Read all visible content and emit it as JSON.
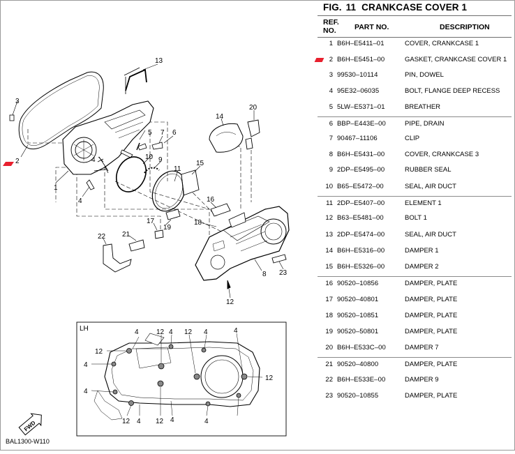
{
  "figure": {
    "label": "FIG.",
    "number": "11",
    "title": "CRANKCASE COVER 1"
  },
  "table": {
    "headers": {
      "ref": "REF. NO.",
      "part": "PART NO.",
      "desc": "DESCRIPTION"
    },
    "rows": [
      {
        "ref": "1",
        "part": "B6H–E5411–01",
        "desc": "COVER, CRANKCASE 1",
        "marked": false
      },
      {
        "ref": "2",
        "part": "B6H–E5451–00",
        "desc": "GASKET, CRANKCASE COVER 1",
        "marked": true
      },
      {
        "ref": "3",
        "part": "99530–10114",
        "desc": "PIN, DOWEL",
        "marked": false
      },
      {
        "ref": "4",
        "part": "95E32–06035",
        "desc": "BOLT, FLANGE DEEP RECESS",
        "marked": false
      },
      {
        "ref": "5",
        "part": "5LW–E5371–01",
        "desc": "BREATHER",
        "marked": false
      },
      {
        "ref": "6",
        "part": "BBP–E443E–00",
        "desc": "PIPE, DRAIN",
        "marked": false
      },
      {
        "ref": "7",
        "part": "90467–11106",
        "desc": "CLIP",
        "marked": false
      },
      {
        "ref": "8",
        "part": "B6H–E5431–00",
        "desc": "COVER, CRANKCASE 3",
        "marked": false
      },
      {
        "ref": "9",
        "part": "2DP–E5495–00",
        "desc": "RUBBER SEAL",
        "marked": false
      },
      {
        "ref": "10",
        "part": "B65–E5472–00",
        "desc": "SEAL, AIR DUCT",
        "marked": false
      },
      {
        "ref": "11",
        "part": "2DP–E5407–00",
        "desc": "ELEMENT 1",
        "marked": false
      },
      {
        "ref": "12",
        "part": "B63–E5481–00",
        "desc": "BOLT 1",
        "marked": false
      },
      {
        "ref": "13",
        "part": "2DP–E5474–00",
        "desc": "SEAL, AIR DUCT",
        "marked": false
      },
      {
        "ref": "14",
        "part": "B6H–E5316–00",
        "desc": "DAMPER 1",
        "marked": false
      },
      {
        "ref": "15",
        "part": "B6H–E5326–00",
        "desc": "DAMPER 2",
        "marked": false
      },
      {
        "ref": "16",
        "part": "90520–10856",
        "desc": "DAMPER, PLATE",
        "marked": false
      },
      {
        "ref": "17",
        "part": "90520–40801",
        "desc": "DAMPER, PLATE",
        "marked": false
      },
      {
        "ref": "18",
        "part": "90520–10851",
        "desc": "DAMPER, PLATE",
        "marked": false
      },
      {
        "ref": "19",
        "part": "90520–50801",
        "desc": "DAMPER, PLATE",
        "marked": false
      },
      {
        "ref": "20",
        "part": "B6H–E533C–00",
        "desc": "DAMPER 7",
        "marked": false
      },
      {
        "ref": "21",
        "part": "90520–40800",
        "desc": "DAMPER, PLATE",
        "marked": false
      },
      {
        "ref": "22",
        "part": "B6H–E533E–00",
        "desc": "DAMPER 9",
        "marked": false
      },
      {
        "ref": "23",
        "part": "90520–10855",
        "desc": "DAMPER, PLATE",
        "marked": false
      }
    ]
  },
  "diagram": {
    "callouts": {
      "c1": "1",
      "c2": "2",
      "c3": "3",
      "c4a": "4",
      "c4b": "4",
      "c5": "5",
      "c6": "6",
      "c7": "7",
      "c8": "8",
      "c9": "9",
      "c10": "10",
      "c11": "11",
      "c12": "12",
      "c13": "13",
      "c14": "14",
      "c15": "15",
      "c16": "16",
      "c17": "17",
      "c18": "18",
      "c19": "19",
      "c20": "20",
      "c21": "21",
      "c22": "22",
      "c23": "23"
    },
    "inset": {
      "side_label": "LH",
      "fwd_label": "FWD",
      "callouts": {
        "t4a": "4",
        "t12a": "12",
        "t12b": "12",
        "t4b": "4",
        "t4c": "4",
        "l12": "12",
        "l4a": "4",
        "l4b": "4",
        "r12": "12",
        "b12a": "12",
        "b4a": "4",
        "b12b": "12",
        "b4b": "4",
        "b4c": "4",
        "b4d": "4"
      }
    },
    "accent_color": "#e8202e"
  },
  "image_code": "BAL1300-W110"
}
